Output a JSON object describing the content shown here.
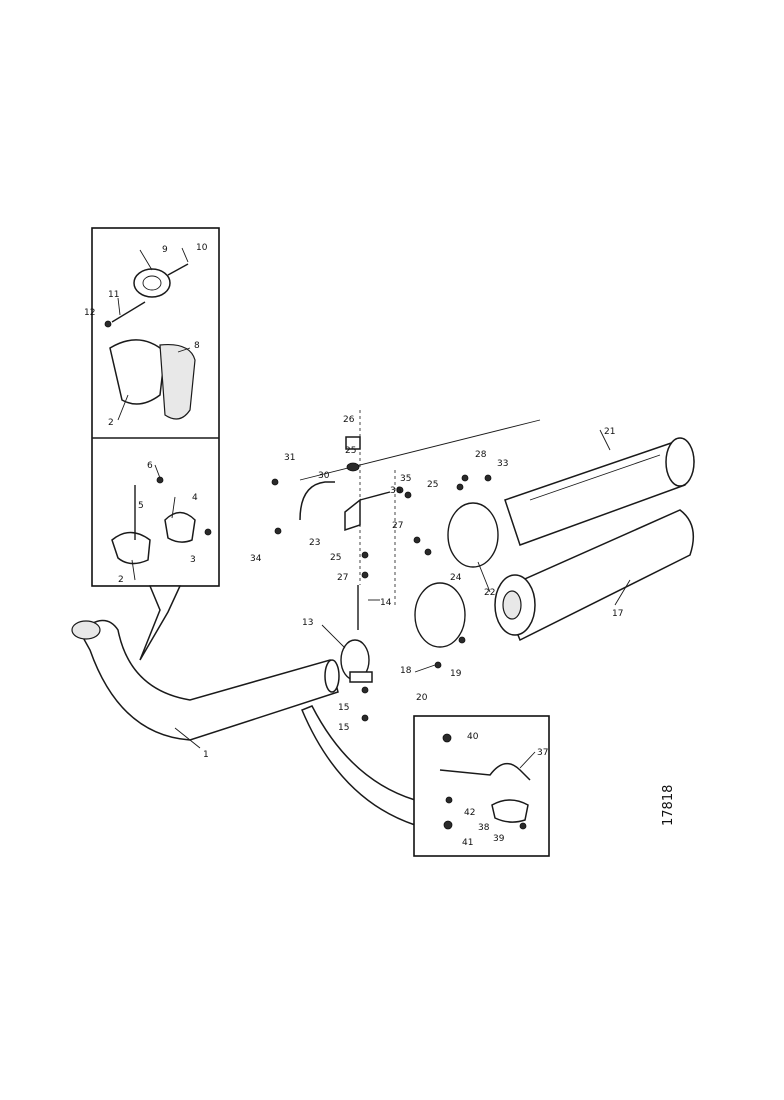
{
  "figure_ref": "17818",
  "callouts": {
    "c1": "1",
    "c2a": "2",
    "c2b": "2",
    "c3": "3",
    "c4": "4",
    "c5": "5",
    "c6": "6",
    "c8": "8",
    "c9": "9",
    "c10": "10",
    "c11": "11",
    "c12": "12",
    "c13": "13",
    "c14": "14",
    "c15a": "15",
    "c15b": "15",
    "c17": "17",
    "c18": "18",
    "c19": "19",
    "c20": "20",
    "c21": "21",
    "c22": "22",
    "c23": "23",
    "c24": "24",
    "c25a": "25",
    "c25b": "25",
    "c25c": "25",
    "c26": "26",
    "c27a": "27",
    "c27b": "27",
    "c28": "28",
    "c30": "30",
    "c31": "31",
    "c33": "33",
    "c34": "34",
    "c35": "35",
    "c36": "36",
    "c37": "37",
    "c38": "38",
    "c39": "39",
    "c40": "40",
    "c41": "41",
    "c42": "42"
  }
}
